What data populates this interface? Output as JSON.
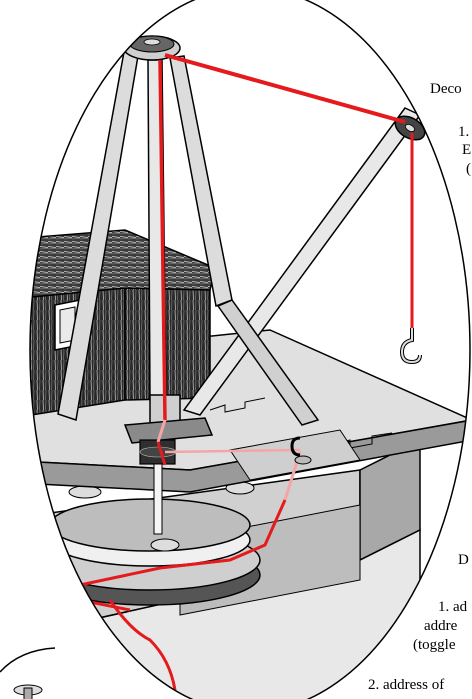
{
  "labels": {
    "decoder_top": "Deco",
    "item_1_top": "1.",
    "item_1_top_line2": "E",
    "item_1_top_line3": "(",
    "decoder_bottom": "D",
    "item_1_bottom": "1. ad",
    "item_1_bottom_line2": "addre",
    "item_1_bottom_line3": "(toggle",
    "item_2_bottom": "2. address of"
  },
  "colors": {
    "rope": "#e41a1c",
    "rope_hidden": "#f4a6a6",
    "outline": "#000000",
    "panel_gray": "#d9d9d9",
    "dark_gray": "#7a7a7a",
    "light_gray": "#eeeeee"
  }
}
